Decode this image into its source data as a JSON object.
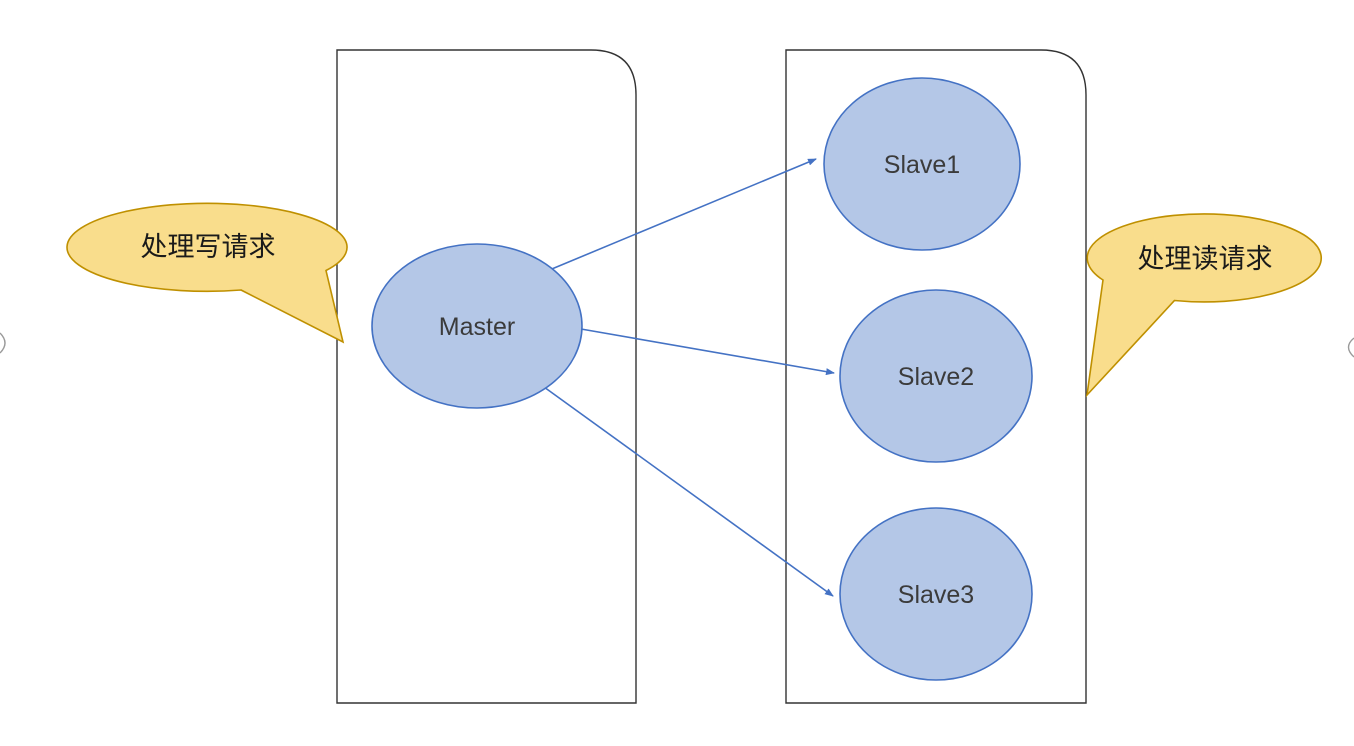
{
  "diagram": {
    "type": "master-slave-replication",
    "nodes": {
      "master": {
        "label": "Master"
      },
      "slave1": {
        "label": "Slave1"
      },
      "slave2": {
        "label": "Slave2"
      },
      "slave3": {
        "label": "Slave3"
      }
    },
    "edges": [
      {
        "from": "Master",
        "to": "Slave1"
      },
      {
        "from": "Master",
        "to": "Slave2"
      },
      {
        "from": "Master",
        "to": "Slave3"
      }
    ],
    "callouts": {
      "left": {
        "text": "处理写请求"
      },
      "right": {
        "text": "处理读请求"
      }
    },
    "colors": {
      "background": "#ffffff",
      "node_fill": "#b4c7e7",
      "node_stroke": "#4472c4",
      "arrow": "#4472c4",
      "callout_fill": "#f9dd8c",
      "callout_stroke": "#bf9000",
      "container_stroke": "#333333",
      "label_color": "#3b3b3b",
      "callout_text_color": "#1a1a1a"
    }
  }
}
